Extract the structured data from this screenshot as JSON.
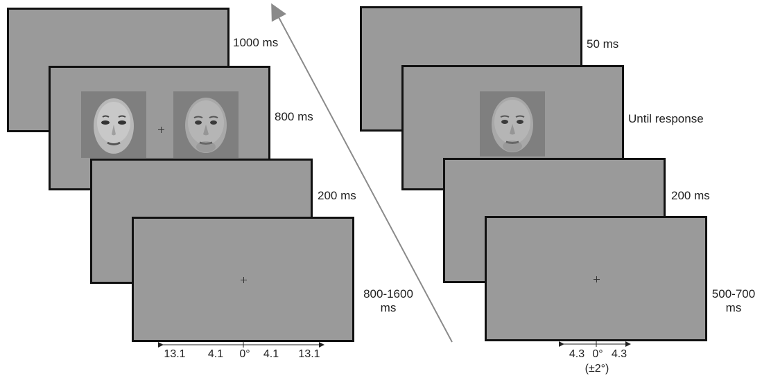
{
  "left_sequence": {
    "durations": [
      "1000 ms",
      "800 ms",
      "200 ms"
    ],
    "final_duration_line1": "800-1600",
    "final_duration_line2": "ms",
    "axis_ticks": [
      "13.1",
      "4.1",
      "0°",
      "4.1",
      "13.1"
    ]
  },
  "right_sequence": {
    "durations": [
      "50 ms",
      "Until response",
      "200 ms"
    ],
    "final_duration_line1": "500-700",
    "final_duration_line2": "ms",
    "axis_ticks": [
      "4.3",
      "0°",
      "4.3"
    ],
    "axis_note": "(±2°)"
  }
}
